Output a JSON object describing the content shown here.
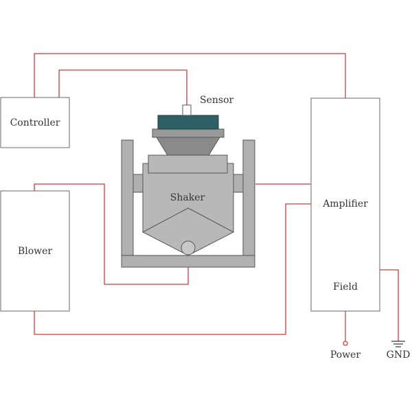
{
  "labels": {
    "controller": "Controller",
    "blower": "Blower",
    "shaker": "Shaker",
    "sensor": "Sensor",
    "amplifier": "Amplifier",
    "field": "Field",
    "power": "Power",
    "gnd": "GND"
  },
  "colors": {
    "wire": "#d23a3a",
    "frame": "#b0b0b0",
    "head": "#2f5f66",
    "outline": "#666666"
  }
}
